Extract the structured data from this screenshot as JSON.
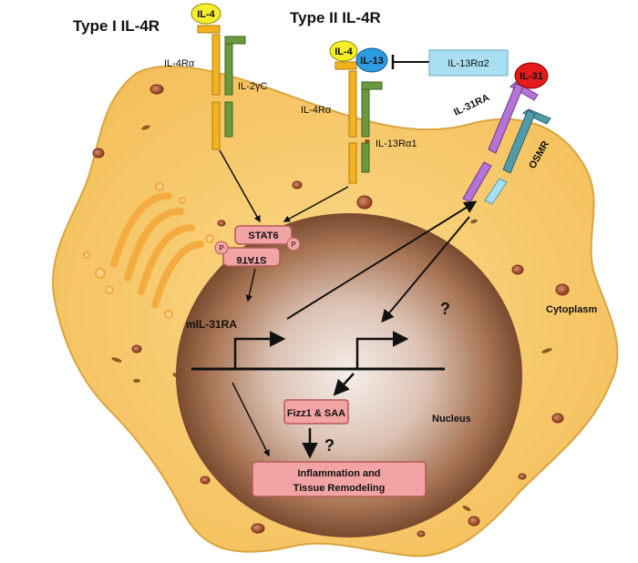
{
  "titles": {
    "type1": "Type I IL-4R",
    "type2": "Type II IL-4R"
  },
  "ligands": {
    "il4_left": "IL-4",
    "il4_right": "IL-4",
    "il13": "IL-13",
    "il31": "IL-31"
  },
  "receptors": {
    "il4ra_left": "IL-4Rα",
    "il2gc": "IL-2γC",
    "il4ra_right": "IL-4Rα",
    "il13ra1": "IL-13Rα1",
    "il13ra2": "IL-13Rα2",
    "il31ra": "IL-31RA",
    "osmr": "OSMR"
  },
  "stat": {
    "top": "STAT6",
    "bottom": "STAT6",
    "p": "P"
  },
  "nucleus": {
    "mrna": "mIL-31RA",
    "label": "Nucleus",
    "fizz": "Fizz1 & SAA",
    "outcome_line1": "Inflammation and",
    "outcome_line2": "Tissue  Remodeling",
    "q1": "?",
    "q2": "?"
  },
  "cell": {
    "cytoplasm": "Cytoplasm"
  },
  "colors": {
    "cell_fill": "#f7c96b",
    "cell_stroke": "#d9a441",
    "nucleus_dark": "#8a5a3c",
    "nucleus_light": "#f3e7e0",
    "gold_receptor": "#f2b31e",
    "green_receptor": "#6b9a3e",
    "purple_receptor": "#b473d6",
    "teal_receptor": "#4f9ba8",
    "il4_yellow": "#f5ee2a",
    "il13_blue": "#2f9be0",
    "il31_red": "#e31b1b",
    "pink_box": "#f2a3a3",
    "light_blue_box": "#a9dff0"
  }
}
